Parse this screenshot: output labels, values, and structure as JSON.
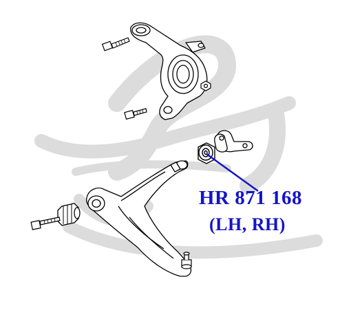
{
  "callout": {
    "part_number": "HR 871 168",
    "sides": "(LH, RH)",
    "color": "#1414c8"
  },
  "watermark": {
    "icon": "script-logo-watermark",
    "color": "#d9d9d9"
  },
  "parts": [
    {
      "icon": "steering-knuckle-icon"
    },
    {
      "icon": "bolt-icon"
    },
    {
      "icon": "nut-icon"
    },
    {
      "icon": "stabilizer-bracket-icon"
    },
    {
      "icon": "bushing-icon"
    },
    {
      "icon": "lower-control-arm-icon"
    },
    {
      "icon": "ball-joint-icon"
    },
    {
      "icon": "rear-bushing-icon"
    }
  ]
}
